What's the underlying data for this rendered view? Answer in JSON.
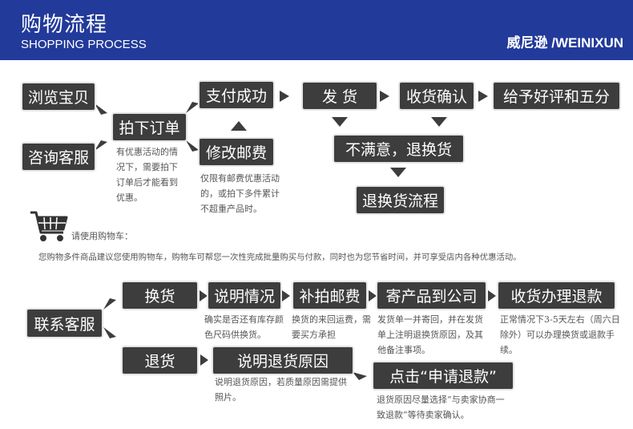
{
  "header": {
    "title": "购物流程",
    "subtitle": "SHOPPING PROCESS",
    "brand": "威尼逊 /WEINIXUN"
  },
  "flow1": {
    "browse": "浏览宝贝",
    "consult": "咨询客服",
    "order": "拍下订单",
    "order_note": "有优惠活动的情况下，需要拍下订单后才能看到优惠。",
    "pay": "支付成功",
    "modify": "修改邮费",
    "modify_note": "仅限有邮费优惠活动的，或拍下多件累计不超重产品时。",
    "ship": "发 货",
    "confirm": "收货确认",
    "review": "给予好评和五分",
    "unsatisfied": "不满意，退换货",
    "return_flow": "退换货流程"
  },
  "cart": {
    "icon": "shopping-cart-icon",
    "label": "请使用购物车：",
    "tip": "您购物多件商品建议您使用购物车，购物车可帮您一次性完成批量购买与付款，同时也为您节省时间，并可享受店内各种优惠活动。"
  },
  "flow2": {
    "contact": "联系客服",
    "exchange": "换货",
    "refund": "退货",
    "explain": "说明情况",
    "explain_note": "确实是否还有库存颜色尺码供换货。",
    "postage": "补拍邮费",
    "postage_note": "换货的来回运费，需要买方承担",
    "send_back": "寄产品到公司",
    "send_back_note": "发货单一并寄回，并在发货单上注明退换货原因，及其他备注事项。",
    "receive_refund": "收货办理退款",
    "receive_refund_note": "正常情况下3-5天左右（周六日除外）可以办理换货或退款手续。",
    "reason": "说明退货原因",
    "reason_note": "说明退货原因，若质量原因需提供照片。",
    "apply": "点击“申请退款”",
    "apply_note": "退货原因尽量选择“与卖家协商一致退款”等待卖家确认。"
  }
}
